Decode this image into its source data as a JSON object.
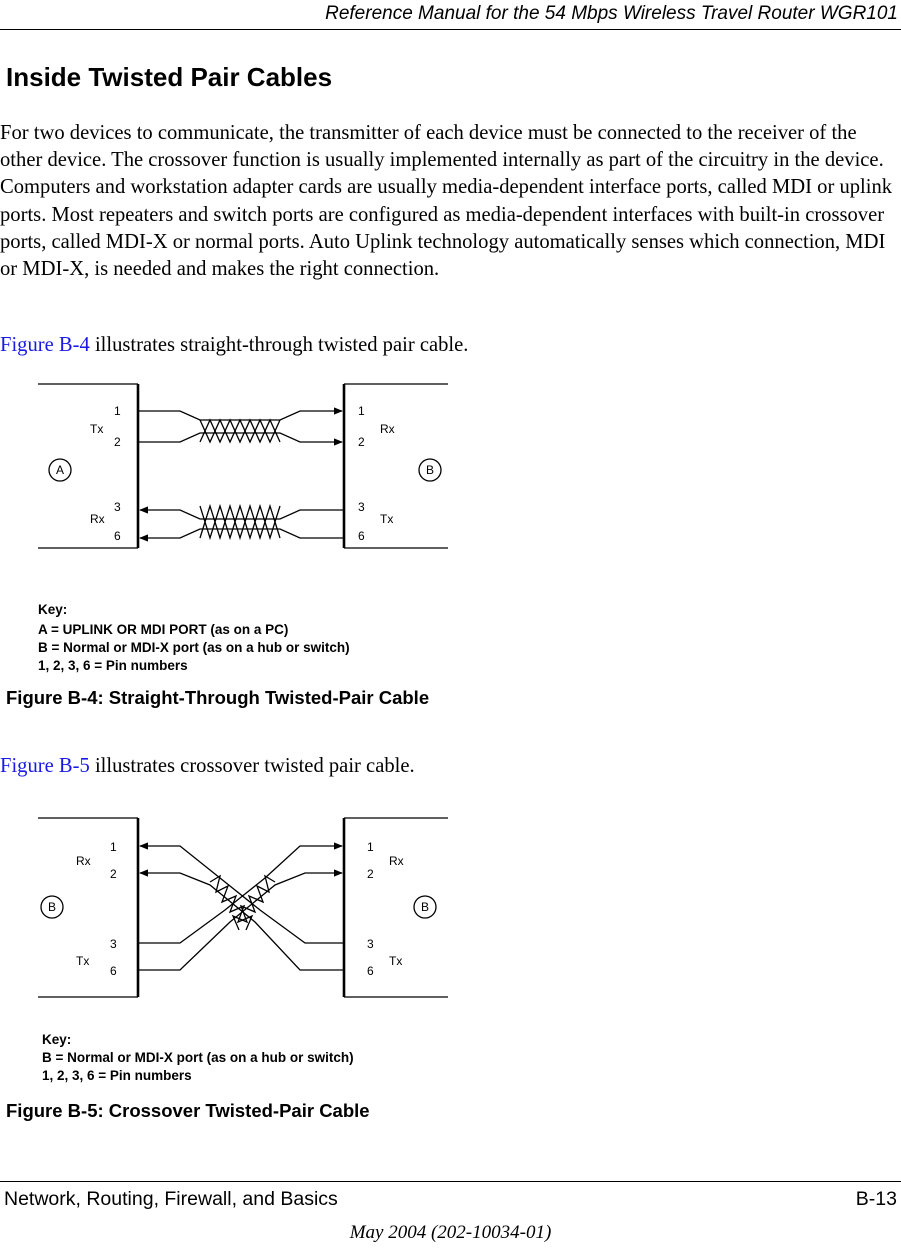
{
  "header": {
    "title": "Reference Manual for the 54 Mbps Wireless Travel Router WGR101"
  },
  "section": {
    "title": "Inside Twisted Pair Cables"
  },
  "body": {
    "intro": "For two devices to communicate, the transmitter of each device must be connected to the receiver of the other device. The crossover function is usually implemented internally as part of the circuitry in the device. Computers and workstation adapter cards are usually media-dependent interface ports, called MDI or uplink ports. Most repeaters and switch ports are configured as media-dependent interfaces with built-in crossover ports, called MDI-X or normal ports.  Auto Uplink technology automatically senses which connection, MDI or MDI-X, is needed and makes the right connection.",
    "fig4_ref": "Figure B-4",
    "fig4_text": " illustrates straight-through twisted pair cable.",
    "fig5_ref": "Figure B-5",
    "fig5_text": " illustrates crossover twisted pair cable."
  },
  "figure4": {
    "caption": "Figure B-4:   Straight-Through Twisted-Pair Cable",
    "left_port": "A",
    "right_port": "B",
    "tx": "Tx",
    "rx": "Rx",
    "pins": [
      "1",
      "2",
      "3",
      "6"
    ],
    "key_title": "Key:",
    "key_lines": [
      "A = UPLINK OR MDI PORT (as on a PC)",
      "B = Normal or MDI-X port (as on a hub or switch)",
      "1, 2, 3, 6 = Pin numbers"
    ]
  },
  "figure5": {
    "caption": "Figure B-5:   Crossover Twisted-Pair Cable",
    "left_port": "B",
    "right_port": "B",
    "tx": "Tx",
    "rx": "Rx",
    "pins": [
      "1",
      "2",
      "3",
      "6"
    ],
    "key_title": "Key:",
    "key_lines": [
      "B = Normal or MDI-X port (as on a hub or switch)",
      "1, 2, 3, 6 = Pin numbers"
    ]
  },
  "footer": {
    "section": "Network, Routing, Firewall, and Basics",
    "page": "B-13",
    "date": "May 2004 (202-10034-01)"
  }
}
